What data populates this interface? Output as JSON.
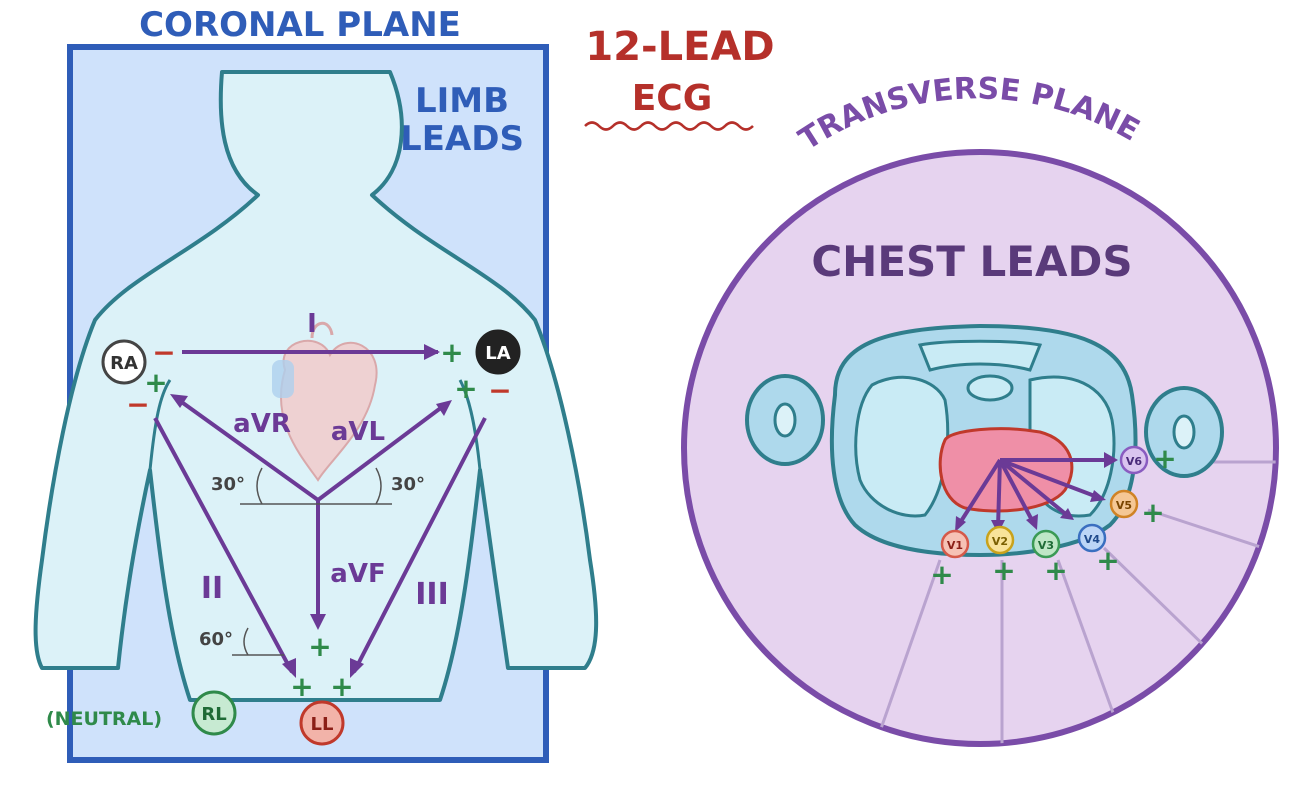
{
  "title": {
    "line1": "12-LEAD",
    "line2": "ECG"
  },
  "coronal": {
    "plane_label": "CORONAL PLANE",
    "section_line1": "LIMB",
    "section_line2": "LEADS",
    "electrodes": {
      "ra": "RA",
      "la": "LA",
      "ll": "LL",
      "rl": "RL"
    },
    "neutral_label": "(NEUTRAL)",
    "leads": {
      "i": "I",
      "ii": "II",
      "iii": "III",
      "avr": "aVR",
      "avl": "aVL",
      "avf": "aVF"
    },
    "angles": {
      "left": "30°",
      "right": "30°",
      "bottom": "60°"
    },
    "plus": "+",
    "minus": "−"
  },
  "transverse": {
    "plane_label": "TRANSVERSE PLANE",
    "section_label": "CHEST LEADS",
    "electrodes": [
      "V1",
      "V2",
      "V3",
      "V4",
      "V5",
      "V6"
    ],
    "plus": "+"
  },
  "colors": {
    "panel_blue": "#cfe2fb",
    "panel_border": "#2f5db8",
    "body_fill": "#dcf2f8",
    "body_outline": "#2f7e8c",
    "arrow_purple": "#6b3a96",
    "title_red": "#b5302a",
    "plus_green": "#2f8a4a",
    "minus_red": "#c0392b",
    "circle_fill": "#e6d3ef",
    "circle_border": "#7a4ca8",
    "heart_pink": "#ee8fa8"
  }
}
